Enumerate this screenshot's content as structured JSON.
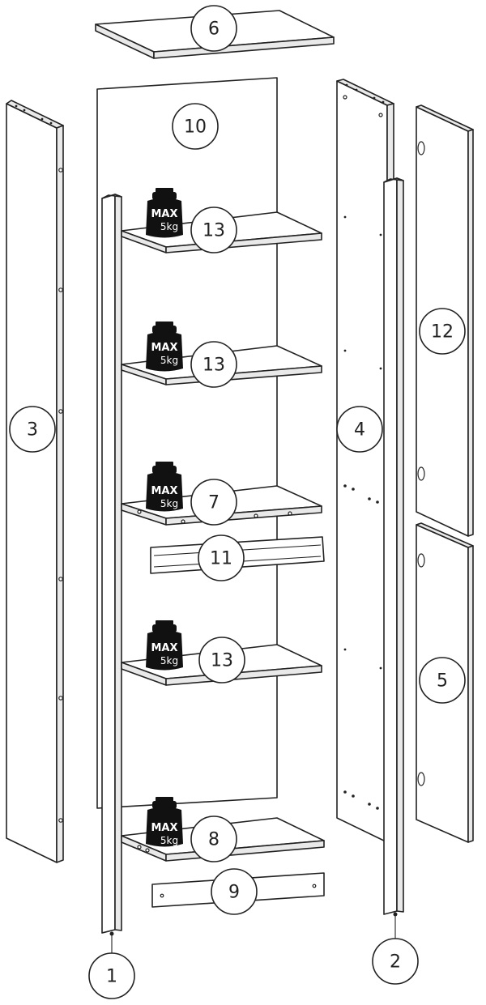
{
  "callouts": {
    "p1": "1",
    "p2": "2",
    "p3": "3",
    "p4": "4",
    "p5": "5",
    "p6": "6",
    "p7": "7",
    "p8": "8",
    "p9": "9",
    "p10": "10",
    "p11": "11",
    "p12": "12",
    "p13a": "13",
    "p13b": "13",
    "p13c": "13"
  },
  "weight_badges": [
    {
      "max_label": "MAX",
      "load_label": "5kg"
    },
    {
      "max_label": "MAX",
      "load_label": "5kg"
    },
    {
      "max_label": "MAX",
      "load_label": "5kg"
    },
    {
      "max_label": "MAX",
      "load_label": "5kg"
    },
    {
      "max_label": "MAX",
      "load_label": "5kg"
    }
  ]
}
